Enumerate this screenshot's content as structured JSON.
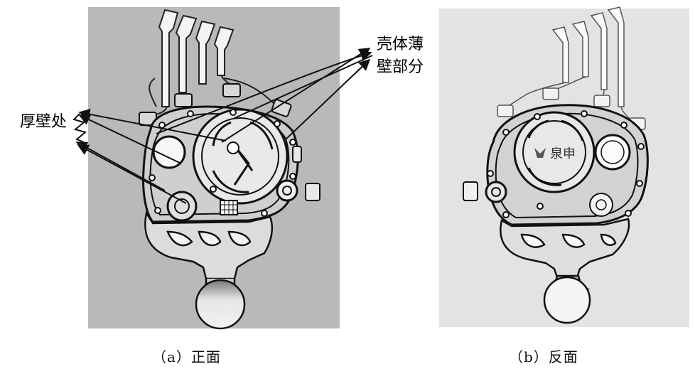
{
  "callouts": {
    "thick_wall": "厚壁处",
    "thin_wall_line1": "壳体薄",
    "thin_wall_line2": "壁部分"
  },
  "panels": {
    "a": {
      "caption": "（a）正面"
    },
    "b": {
      "caption": "（b）反面",
      "emboss_text": "泉申"
    }
  }
}
